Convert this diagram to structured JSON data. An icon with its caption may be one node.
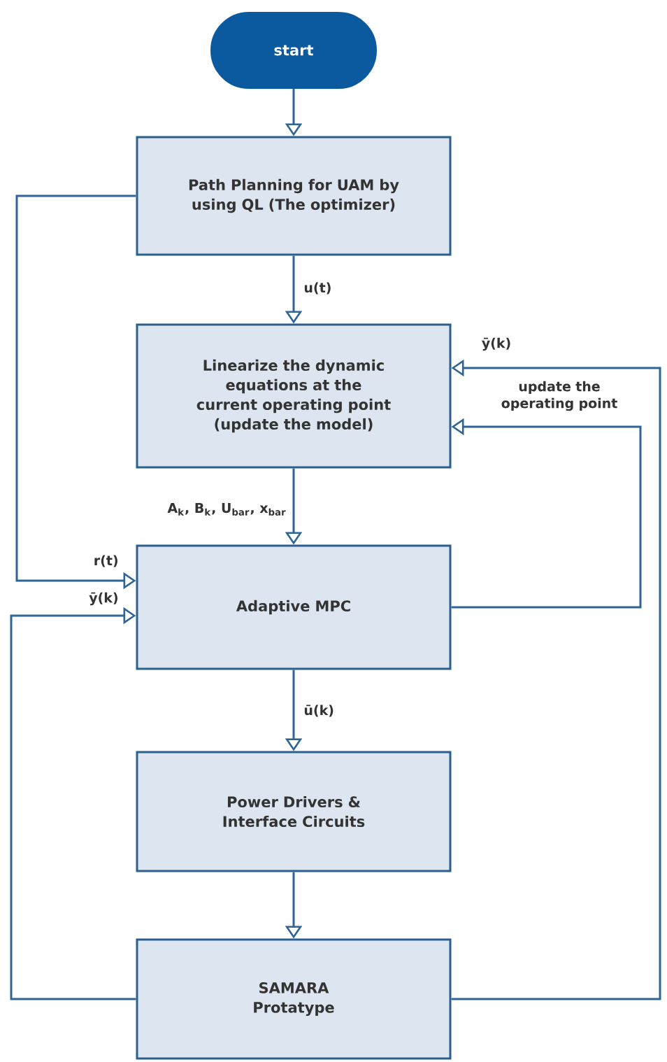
{
  "diagram": {
    "nodes": [
      {
        "text": [
          "start"
        ]
      },
      {
        "text": [
          "Path Planning for UAM by using QL (The optimizer)"
        ]
      },
      {
        "text": [
          "Linearize the dynamic equations at the current operating point (update the model)"
        ]
      },
      {
        "text": [
          "Adaptive MPC"
        ]
      },
      {
        "text": [
          "Power Drivers & Interface Circuits"
        ]
      },
      {
        "text": [
          "SAMARA Protatype"
        ]
      }
    ],
    "edges": [
      {
        "from": 0,
        "to": 1,
        "arrow": "to"
      },
      {
        "from": 1,
        "to": 2,
        "arrow": "to",
        "label": "u(t)"
      },
      {
        "from": 2,
        "to": 3,
        "arrow": "to",
        "label": "A$_{k}$, B$_{k}$, U$_{bar}$, x$_{bar}$"
      },
      {
        "from": 1,
        "to": 3,
        "arrow": "to",
        "label": "r(t)"
      },
      {
        "from": 5,
        "to": 3,
        "arrow": "to",
        "label": "ȳ(k)"
      },
      {
        "from": 3,
        "to": 2,
        "arrow": "to",
        "label": "update the operating point"
      },
      {
        "from": 5,
        "to": 2,
        "arrow": "to",
        "label": "ȳ(k)"
      },
      {
        "from": 3,
        "to": 4,
        "arrow": "to",
        "label": "ū(k)"
      },
      {
        "from": 4,
        "to": 5,
        "arrow": "to"
      }
    ]
  }
}
